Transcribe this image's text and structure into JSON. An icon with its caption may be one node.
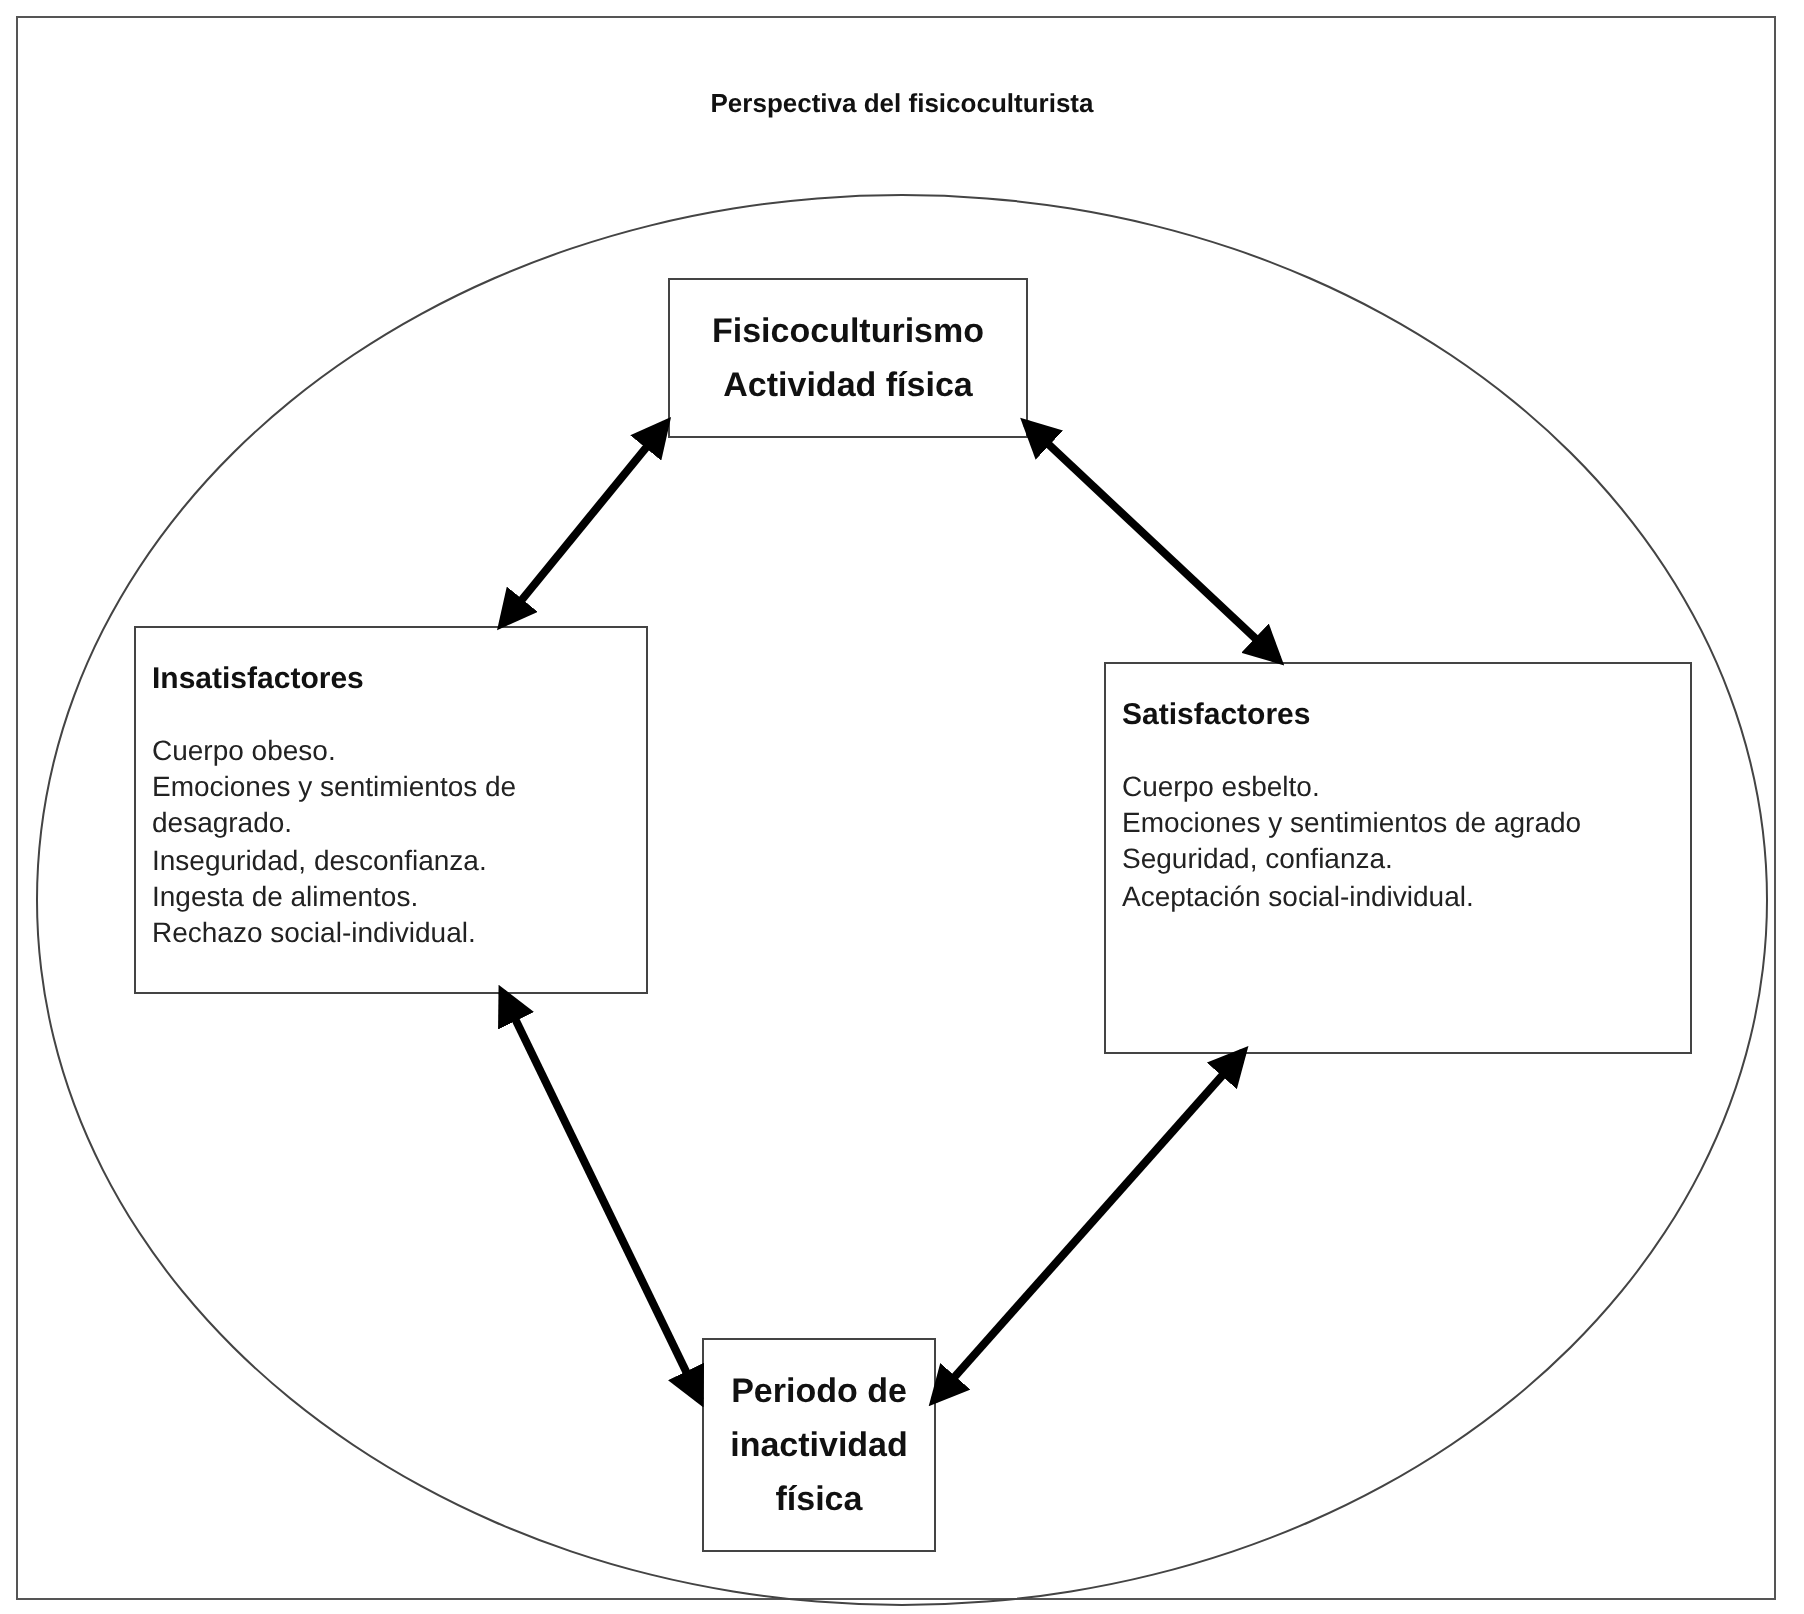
{
  "diagram": {
    "title": "Perspectiva del fisicoculturista",
    "nodes": [
      {
        "text": [],
        "shape": "ellipse"
      },
      {
        "text": [
          "Fisicoculturismo Actividad física"
        ],
        "in": 0
      },
      {
        "text": [
          "Insatisfactores",
          "Cuerpo obeso.",
          "Emociones y sentimientos de desagrado.",
          "Inseguridad, desconfianza.",
          "Ingesta de alimentos.",
          "Rechazo social-individual."
        ],
        "in": 0
      },
      {
        "text": [
          "Satisfactores",
          "Cuerpo esbelto.",
          "Emociones y sentimientos de agrado",
          "Seguridad, confianza.",
          "Aceptación social-individual."
        ],
        "in": 0
      },
      {
        "text": [
          "Periodo de inactividad física"
        ],
        "in": 0
      }
    ],
    "edges": [
      {
        "from": 1,
        "to": 2,
        "arrow": "both"
      },
      {
        "from": 1,
        "to": 3,
        "arrow": "both"
      },
      {
        "from": 2,
        "to": 4,
        "arrow": "both"
      },
      {
        "from": 3,
        "to": 4,
        "arrow": "both"
      }
    ]
  }
}
